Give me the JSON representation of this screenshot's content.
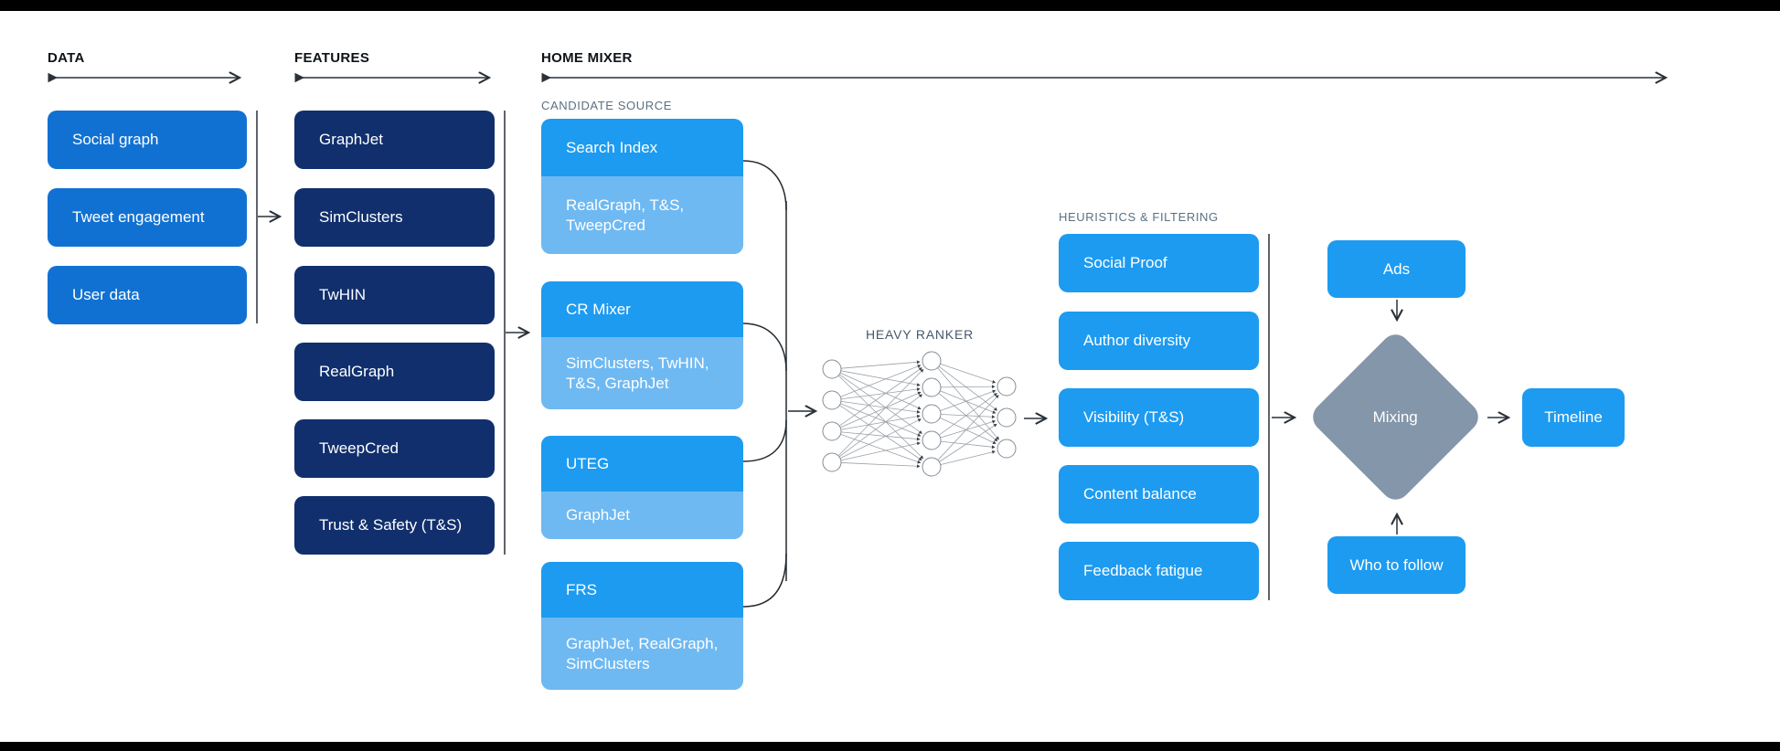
{
  "colors": {
    "medium-blue": "#1171d2",
    "navy": "#112f6d",
    "bright-blue": "#1d9bf0",
    "light-blue": "#6fb9f2",
    "diamond-gray": "#8496a9",
    "ink": "#0d1318",
    "muted": "#5b7083",
    "ranker": "#46586a",
    "bar": "#000000"
  },
  "sections": {
    "data": {
      "title": "DATA",
      "boxes": [
        "Social graph",
        "Tweet engagement",
        "User data"
      ]
    },
    "features": {
      "title": "FEATURES",
      "boxes": [
        "GraphJet",
        "SimClusters",
        "TwHIN",
        "RealGraph",
        "TweepCred",
        "Trust & Safety (T&S)"
      ]
    },
    "home_mixer": {
      "title": "HOME MIXER",
      "candidate_source": {
        "label": "CANDIDATE SOURCE",
        "boxes": [
          {
            "title": "Search Index",
            "sub": "RealGraph, T&S, TweepCred"
          },
          {
            "title": "CR Mixer",
            "sub": "SimClusters, TwHIN, T&S, GraphJet"
          },
          {
            "title": "UTEG",
            "sub": "GraphJet"
          },
          {
            "title": "FRS",
            "sub": "GraphJet, RealGraph, SimClusters"
          }
        ]
      },
      "heavy_ranker": {
        "label": "HEAVY RANKER",
        "network": {
          "input_nodes": 4,
          "hidden_nodes": 5,
          "output_nodes": 3
        }
      },
      "heuristics": {
        "label": "HEURISTICS & FILTERING",
        "boxes": [
          "Social Proof",
          "Author diversity",
          "Visibility (T&S)",
          "Content balance",
          "Feedback fatigue"
        ]
      },
      "mixing": {
        "ads": "Ads",
        "diamond": "Mixing",
        "who_to_follow": "Who to follow",
        "timeline": "Timeline"
      }
    }
  }
}
